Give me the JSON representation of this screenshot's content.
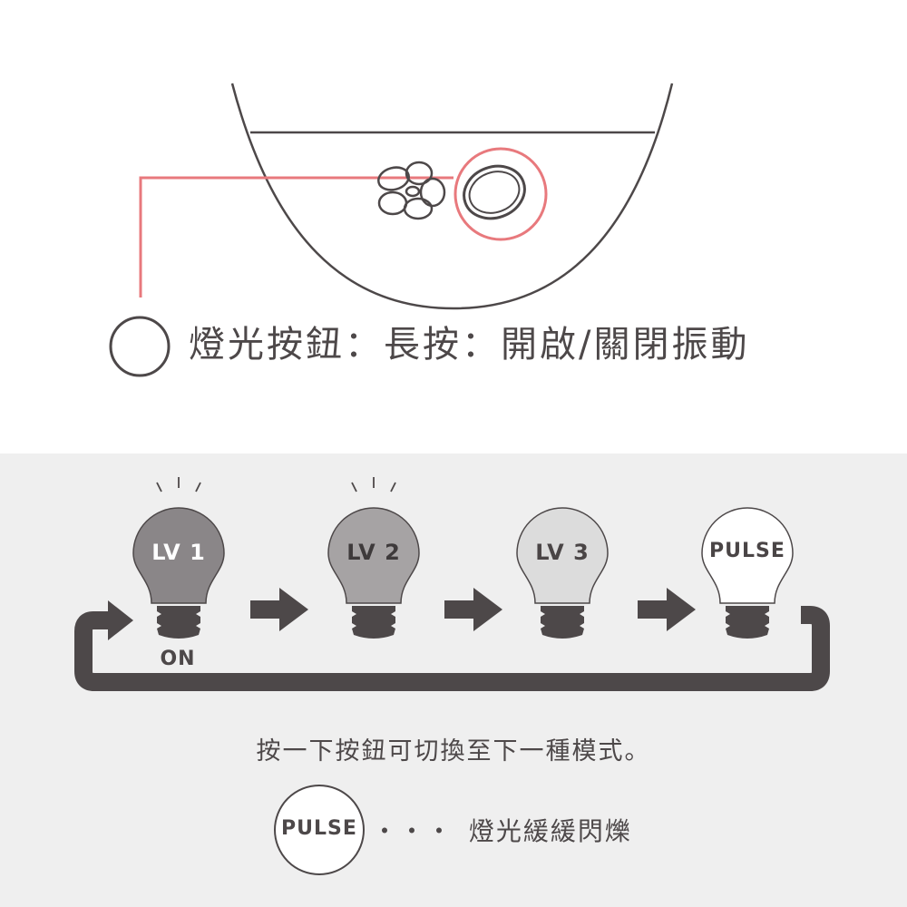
{
  "device": {
    "caption": "燈光按鈕：長按：開啟/關閉振動"
  },
  "cycle": {
    "bulbs": [
      {
        "label": "LV 1",
        "fill": "#8a8688",
        "text_color": "#ffffff",
        "rays": true
      },
      {
        "label": "LV 2",
        "fill": "#a6a3a4",
        "text_color": "#3e3a3b",
        "rays": true
      },
      {
        "label": "LV 3",
        "fill": "#dcdcdc",
        "text_color": "#4a4546",
        "rays": false
      },
      {
        "label": "PULSE",
        "fill": "#ffffff",
        "text_color": "#4a4546",
        "rays": false
      }
    ],
    "start_label": "ON"
  },
  "instruction": "按一下按鈕可切換至下一種模式。",
  "legend": {
    "badge": "PULSE",
    "separator": "・・・",
    "text": "燈光緩緩閃爍"
  },
  "colors": {
    "accent": "#e8797d",
    "dark": "#4d4849",
    "panel": "#efefef"
  }
}
